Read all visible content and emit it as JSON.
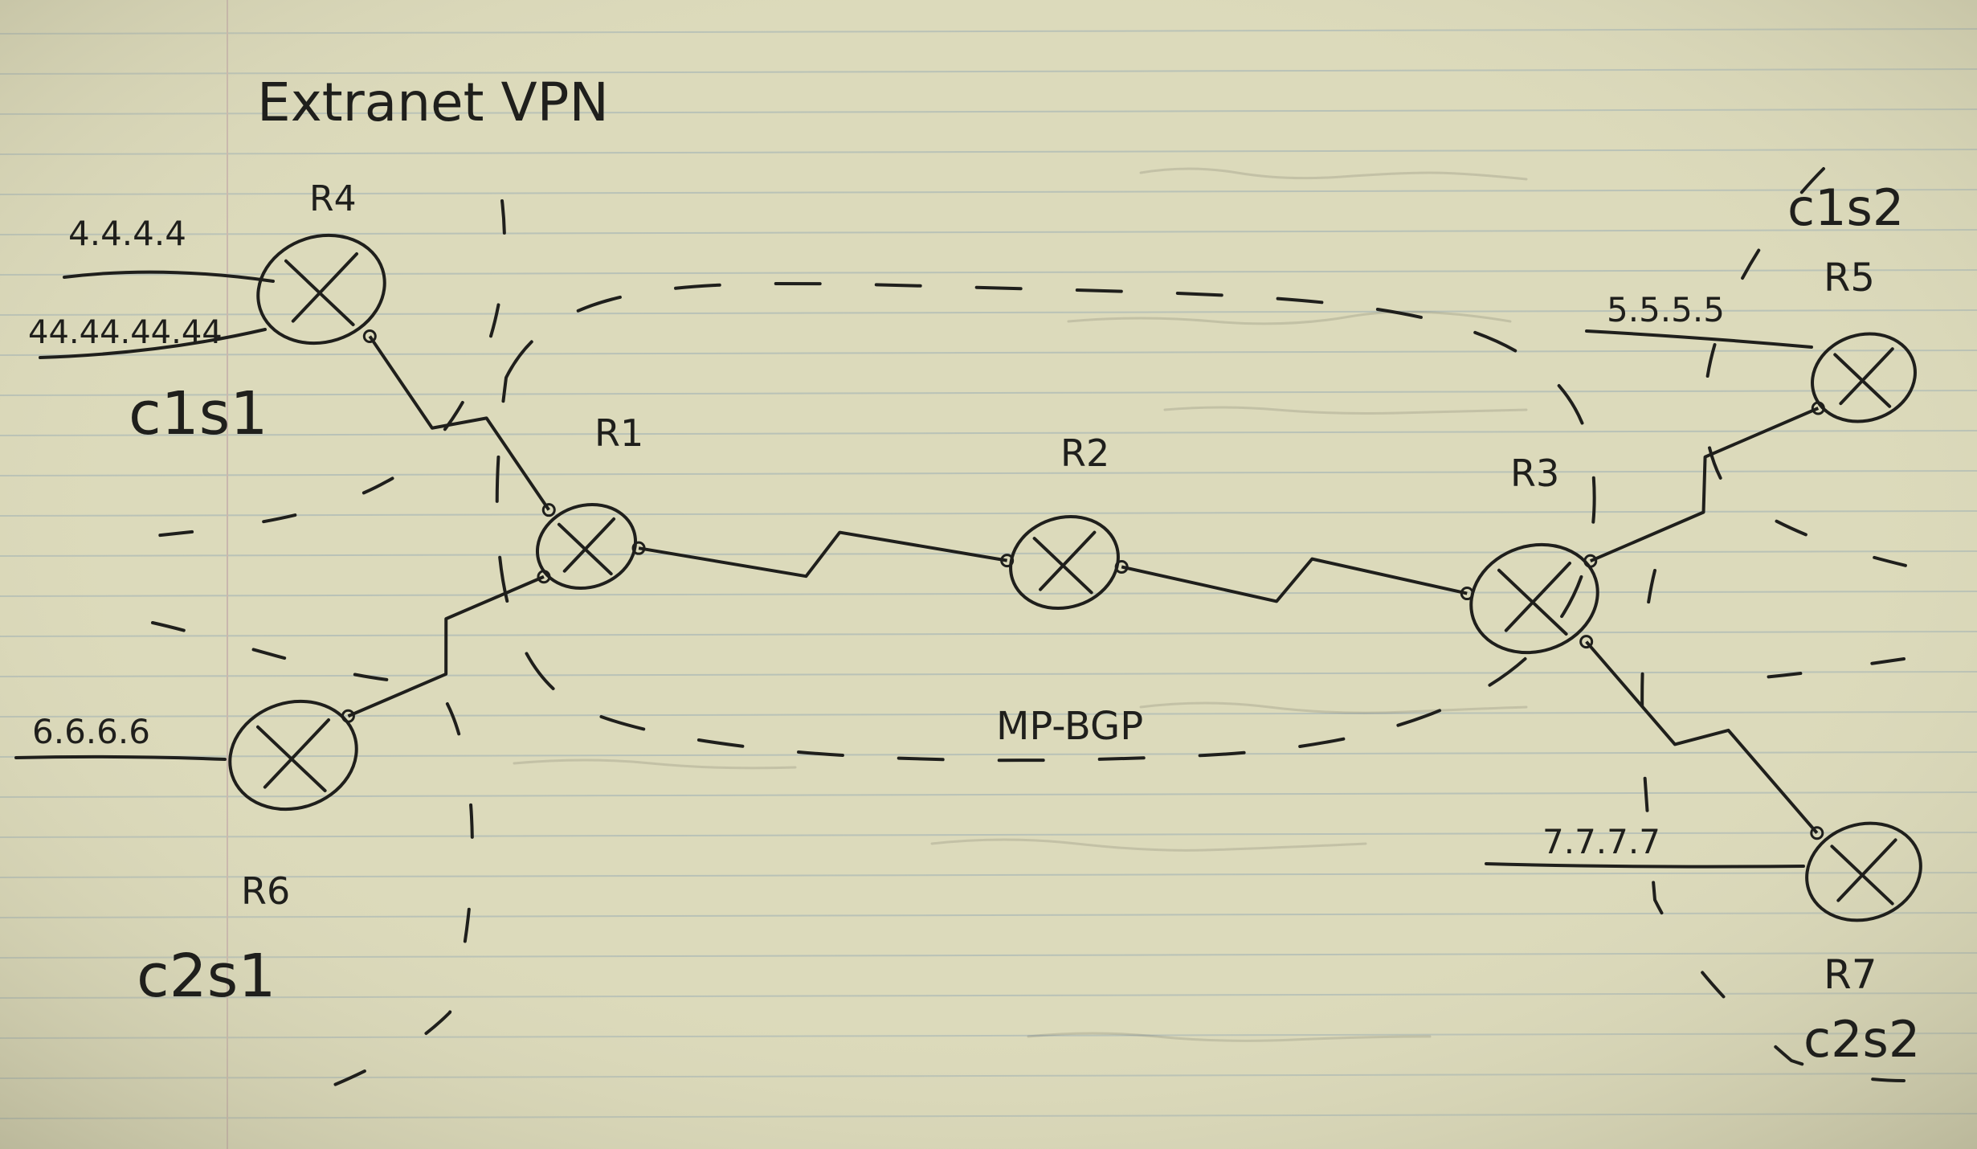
{
  "diagram": {
    "title": "Extranet VPN",
    "core_label": "MP-BGP",
    "colors": {
      "ink": "#1f1f1c",
      "paper": "#d9d7b6",
      "rule": "#b9c2b7",
      "margin": "#c9b7ad"
    },
    "routers": [
      {
        "id": "R4",
        "label": "R4"
      },
      {
        "id": "R1",
        "label": "R1"
      },
      {
        "id": "R2",
        "label": "R2"
      },
      {
        "id": "R3",
        "label": "R3"
      },
      {
        "id": "R5",
        "label": "R5"
      },
      {
        "id": "R6",
        "label": "R6"
      },
      {
        "id": "R7",
        "label": "R7"
      }
    ],
    "prefixes": [
      {
        "router": "R4",
        "text": "4.4.4.4"
      },
      {
        "router": "R4",
        "text": "44.44.44.44"
      },
      {
        "router": "R6",
        "text": "6.6.6.6"
      },
      {
        "router": "R5",
        "text": "5.5.5.5"
      },
      {
        "router": "R7",
        "text": "7.7.7.7"
      }
    ],
    "sites": [
      {
        "router": "R4",
        "label": "c1s1"
      },
      {
        "router": "R6",
        "label": "c2s1"
      },
      {
        "router": "R5",
        "label": "c1s2"
      },
      {
        "router": "R7",
        "label": "c2s2"
      }
    ],
    "links": [
      {
        "from": "R4",
        "to": "R1"
      },
      {
        "from": "R6",
        "to": "R1"
      },
      {
        "from": "R1",
        "to": "R2"
      },
      {
        "from": "R2",
        "to": "R3"
      },
      {
        "from": "R3",
        "to": "R5"
      },
      {
        "from": "R3",
        "to": "R7"
      }
    ]
  }
}
